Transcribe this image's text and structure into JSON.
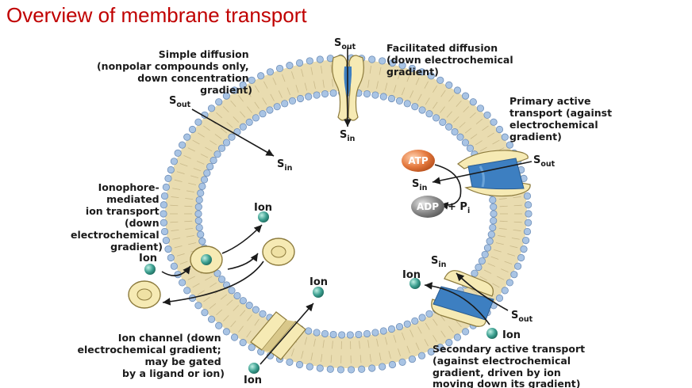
{
  "title": "Overview of membrane transport",
  "labels": {
    "simple_diffusion": [
      "Simple diffusion",
      "(nonpolar compounds only,",
      "down concentration",
      "gradient)"
    ],
    "facilitated_diffusion": [
      "Facilitated diffusion",
      "(down electrochemical",
      "gradient)"
    ],
    "primary_active": [
      "Primary active",
      "transport (against",
      "electrochemical",
      "gradient)"
    ],
    "ionophore": [
      "Ionophore-",
      "mediated",
      "ion transport",
      "(down",
      "electrochemical",
      "gradient)"
    ],
    "ion_channel": [
      "Ion channel (down",
      "electrochemical gradient;",
      "may be gated",
      "by a ligand or ion)"
    ],
    "secondary_active": [
      "Secondary active transport",
      "(against electrochemical",
      "gradient, driven by ion",
      "moving down its gradient)"
    ]
  },
  "symbols": {
    "s": "S",
    "out": "out",
    "in": "in",
    "ion": "Ion",
    "atp": "ATP",
    "adp": "ADP",
    "plus_p": "+ P",
    "p_sub": "i"
  },
  "colors": {
    "title": "#c00000",
    "head_group": "#a9c4e4",
    "head_stroke": "#6f8fb8",
    "tail": "#e9dcb0",
    "protein": "#f6eab4",
    "channel_blue": "#3d7fc1",
    "ion": "#3c9f90",
    "atp": "#e57a3f",
    "adp": "#8a8a8a"
  }
}
